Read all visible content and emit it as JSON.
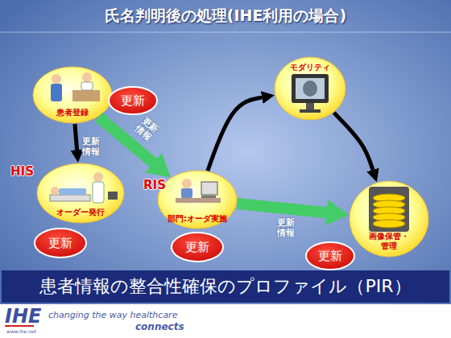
{
  "diagram": {
    "title": "氏名判明後の処理(IHE利用の場合)",
    "caption": "患者情報の整合性確保のプロファイル（PIR）",
    "nodes": [
      {
        "text": [
          "患者登録"
        ]
      },
      {
        "text": [
          "更新"
        ]
      },
      {
        "text": [
          "HIS",
          "オーダー発行"
        ]
      },
      {
        "text": [
          "更新"
        ]
      },
      {
        "text": [
          "RIS",
          "部門:オーダ実施"
        ]
      },
      {
        "text": [
          "更新"
        ]
      },
      {
        "text": [
          "モダリティ"
        ]
      },
      {
        "text": [
          "画像保管・ 管理"
        ]
      },
      {
        "text": [
          "更新"
        ]
      }
    ],
    "edges": [
      {
        "from": 0,
        "to": 2,
        "arrow": "to",
        "label": "更新 情報"
      },
      {
        "from": 0,
        "to": 4,
        "arrow": "to",
        "label": "更新 情報"
      },
      {
        "from": 4,
        "to": 6,
        "arrow": "to"
      },
      {
        "from": 6,
        "to": 7,
        "arrow": "to"
      },
      {
        "from": 4,
        "to": 7,
        "arrow": "to",
        "label": "更新 情報"
      }
    ],
    "labels": [
      "IHE",
      "changing the way healthcare",
      "connects",
      "www.ihe.net"
    ]
  }
}
